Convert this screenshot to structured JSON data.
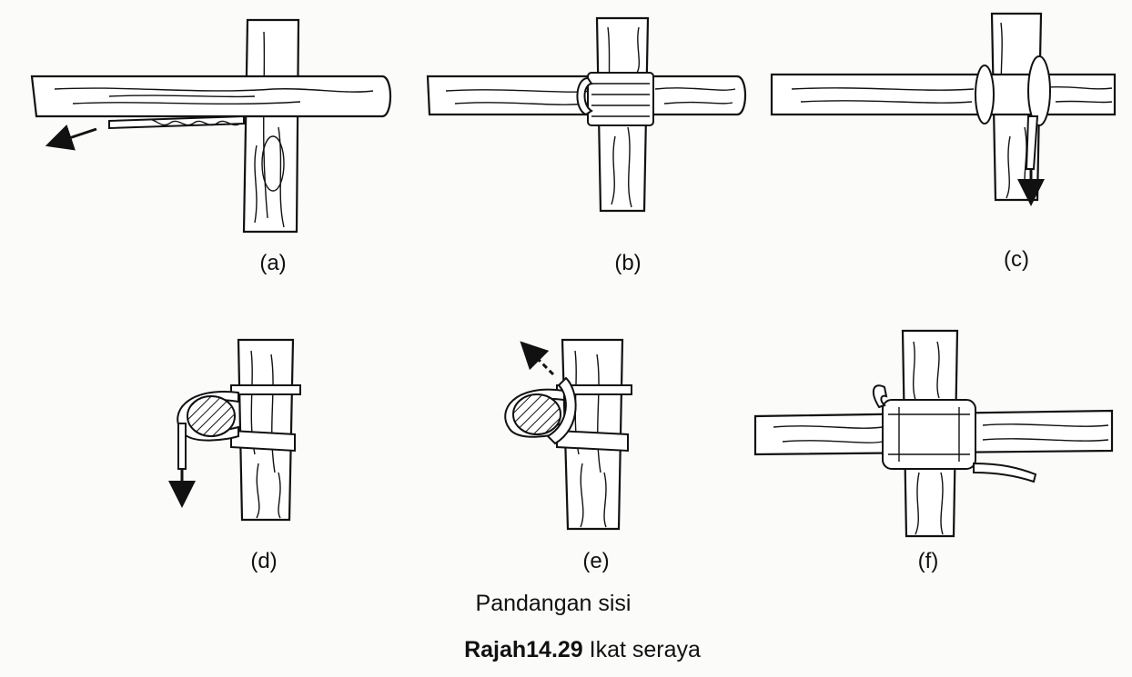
{
  "figure": {
    "panel_labels": [
      "(a)",
      "(b)",
      "(c)",
      "(d)",
      "(e)",
      "(f)"
    ],
    "view_caption": "Pandangan sisi",
    "figure_number": "Rajah14.29",
    "figure_title": "Ikat seraya"
  },
  "icons": {
    "arrow_a": "arrow-left-icon",
    "arrow_c": "arrow-down-icon",
    "arrow_d": "arrow-down-icon",
    "arrow_e": "arrow-up-left-icon"
  }
}
